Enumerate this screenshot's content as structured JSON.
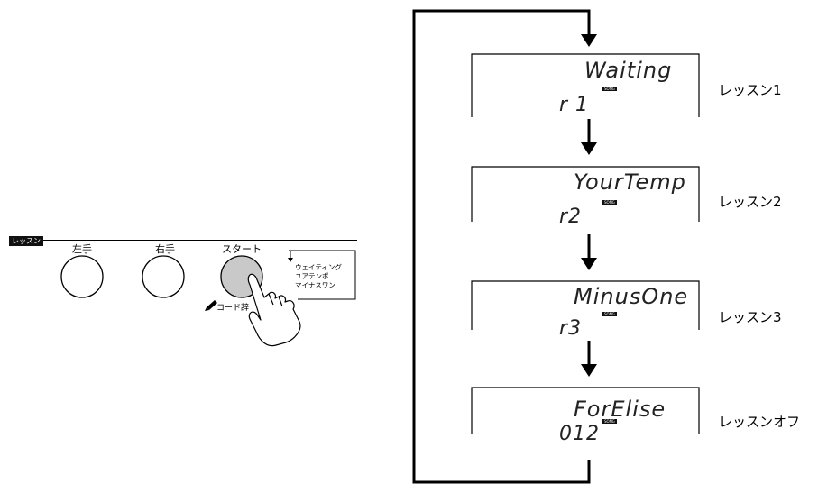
{
  "panel": {
    "section_tag": "レッスン",
    "button_left_label": "左手",
    "button_right_label": "右手",
    "button_start_label": "スタート",
    "chord_dict_label": "コード辞",
    "mode_list": [
      "ウェイティング",
      "ユアテンポ",
      "マイナスワン"
    ]
  },
  "flow": {
    "steps": [
      {
        "line1": "Waiting",
        "song_tag": "SONG",
        "line2": "r 1",
        "label": "レッスン1"
      },
      {
        "line1": "YourTemp",
        "song_tag": "SONG",
        "line2": "r2",
        "label": "レッスン2"
      },
      {
        "line1": "MinusOne",
        "song_tag": "SONG",
        "line2": "r3",
        "label": "レッスン3"
      },
      {
        "line1": "ForElise",
        "song_tag": "SONG",
        "line2": "012",
        "label": "レッスンオフ"
      }
    ]
  }
}
